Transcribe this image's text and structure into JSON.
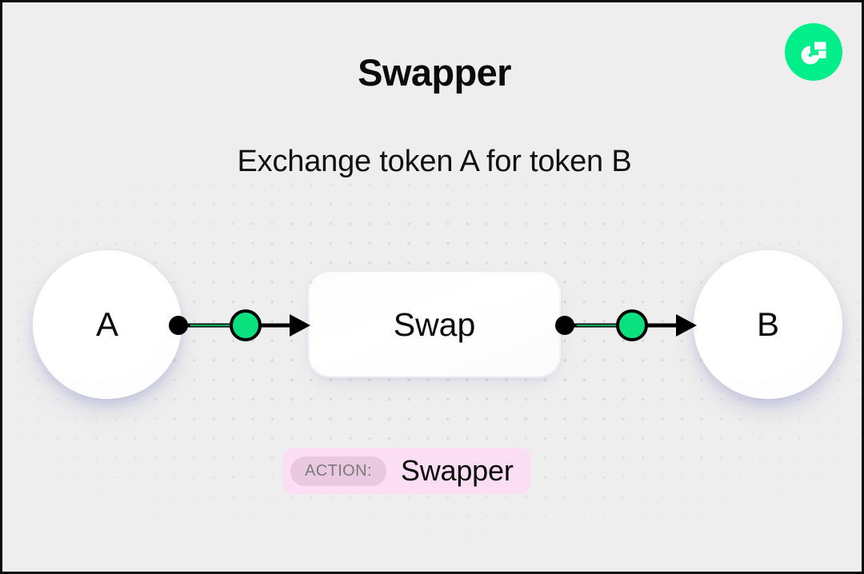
{
  "page": {
    "title": "Swapper",
    "subtitle": "Exchange token A for token B",
    "background_color": "#efeeee",
    "border_color": "#0a0a0a"
  },
  "brand": {
    "logo_icon": "flow-logo-icon",
    "logo_color": "#00ef8b",
    "logo_mark_color": "#ffffff",
    "logo_accent_color": "#12f08f"
  },
  "diagram": {
    "nodes": [
      {
        "id": "token-a",
        "label": "A",
        "shape": "circle"
      },
      {
        "id": "swap",
        "label": "Swap",
        "shape": "rounded-rect"
      },
      {
        "id": "token-b",
        "label": "B",
        "shape": "circle"
      }
    ],
    "connectors": [
      {
        "id": "a-to-swap",
        "from": "token-a",
        "to": "swap",
        "start_dot_color": "#000000",
        "mid_dot_color": "#0ae07d",
        "line_color": "#000000",
        "highlight_color": "#0ea85e",
        "arrow_color": "#000000"
      },
      {
        "id": "swap-to-b",
        "from": "swap",
        "to": "token-b",
        "start_dot_color": "#000000",
        "mid_dot_color": "#0ae07d",
        "line_color": "#000000",
        "highlight_color": "#0ea85e",
        "arrow_color": "#000000"
      }
    ]
  },
  "action": {
    "label": "ACTION:",
    "value": "Swapper",
    "badge_bg": "#fbdef3",
    "pill_bg": "#e9c8e0",
    "pill_text_color": "#7a7a7a",
    "value_text_color": "#0b0b0b"
  }
}
